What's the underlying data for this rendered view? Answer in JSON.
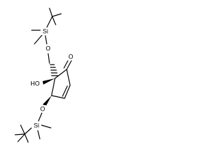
{
  "molecule": {
    "atoms": {
      "si_top": "Si",
      "o_top": "O",
      "o_ketone": "O",
      "hydroxyl": "HO",
      "o_bottom": "O",
      "si_bottom": "Si"
    }
  }
}
